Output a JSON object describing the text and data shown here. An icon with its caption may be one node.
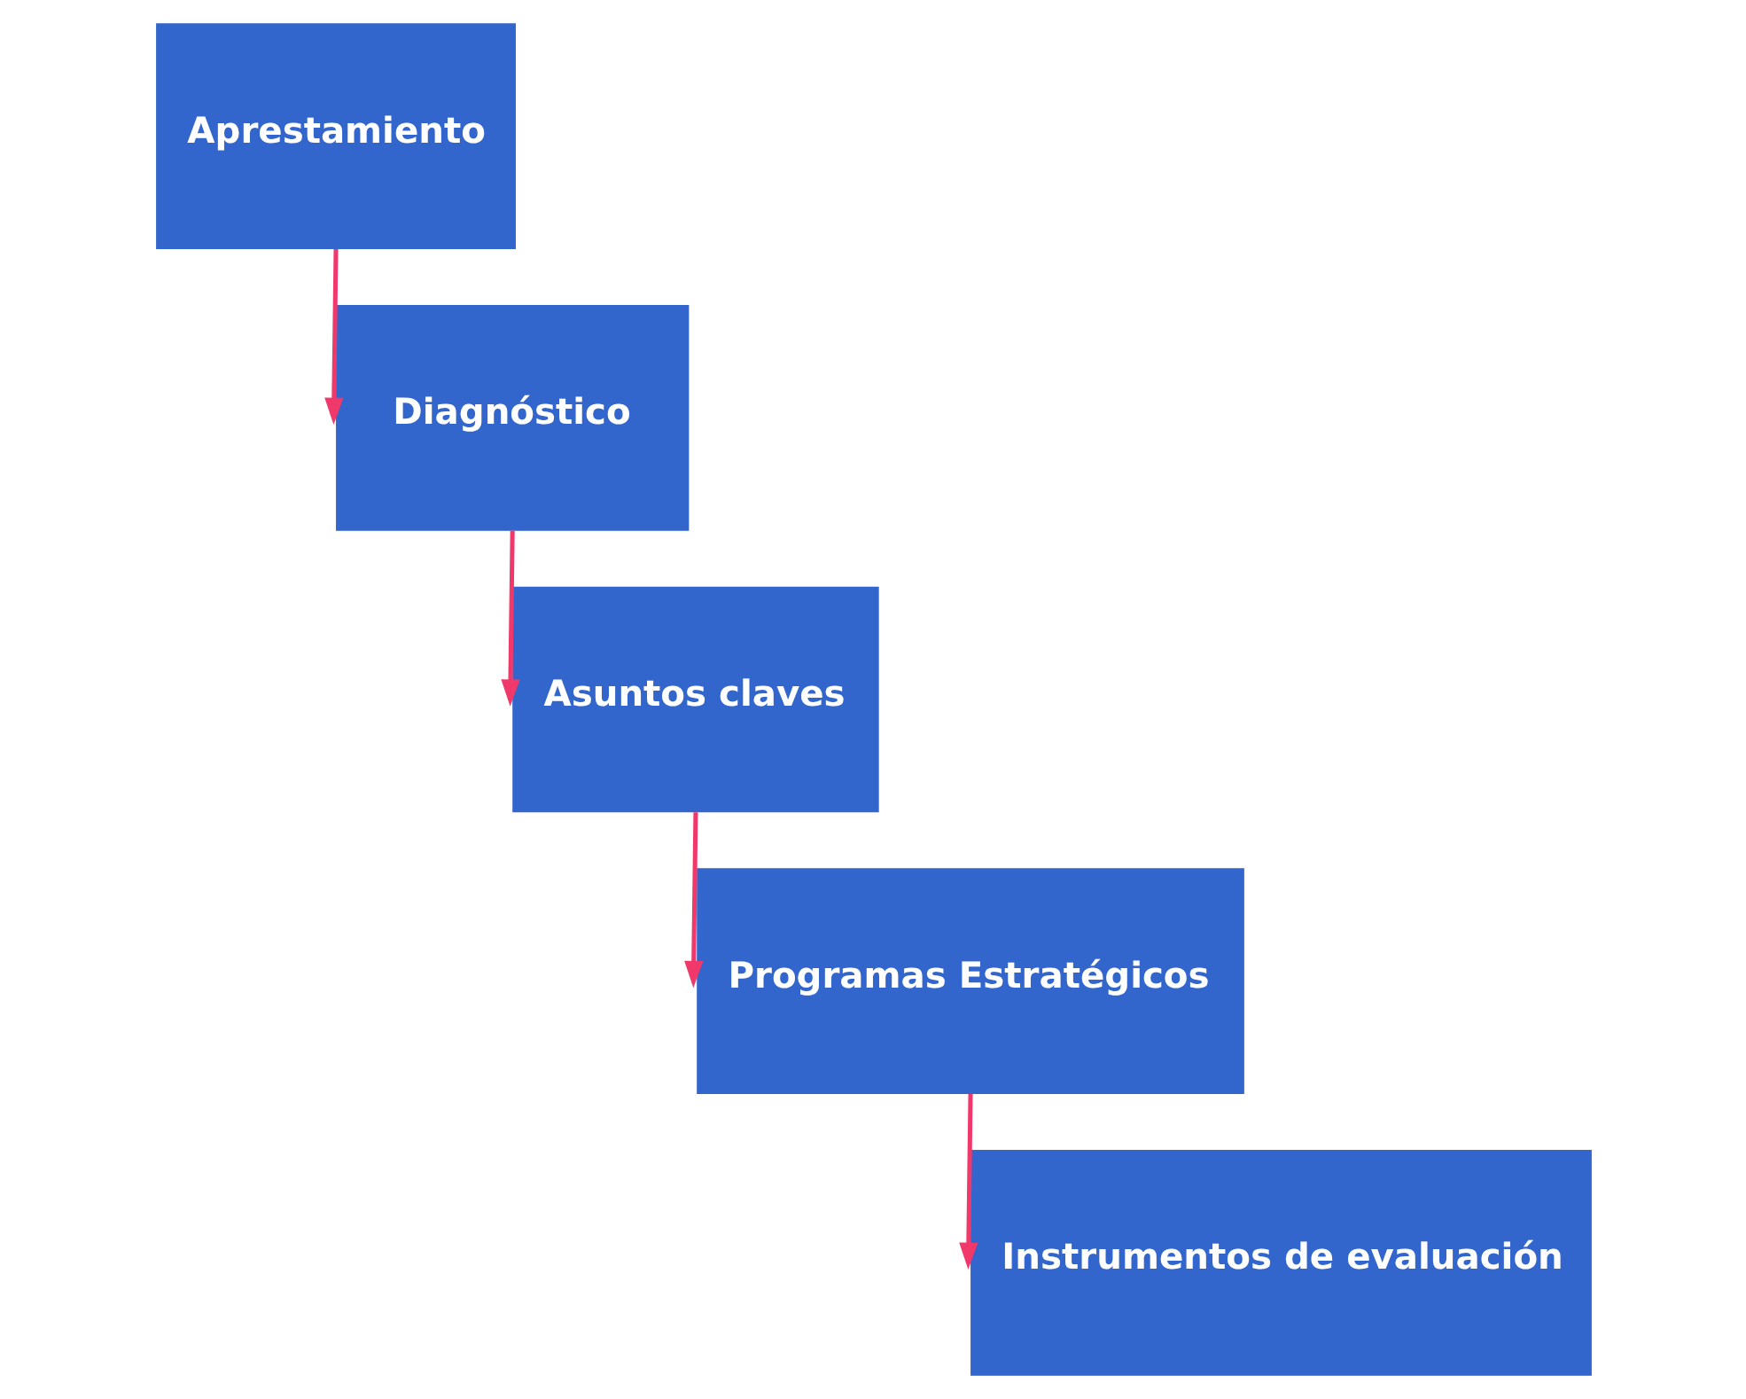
{
  "diagram": {
    "nodes": [
      {
        "text": [
          "Aprestamiento"
        ]
      },
      {
        "text": [
          "Diagnóstico"
        ]
      },
      {
        "text": [
          "Asuntos claves"
        ]
      },
      {
        "text": [
          "Programas Estratégicos"
        ]
      },
      {
        "text": [
          "Instrumentos de evaluación"
        ]
      }
    ],
    "edges": [
      {
        "from": 0,
        "to": 1,
        "arrow": "to"
      },
      {
        "from": 1,
        "to": 2,
        "arrow": "to"
      },
      {
        "from": 2,
        "to": 3,
        "arrow": "to"
      },
      {
        "from": 3,
        "to": 4,
        "arrow": "to"
      }
    ]
  }
}
